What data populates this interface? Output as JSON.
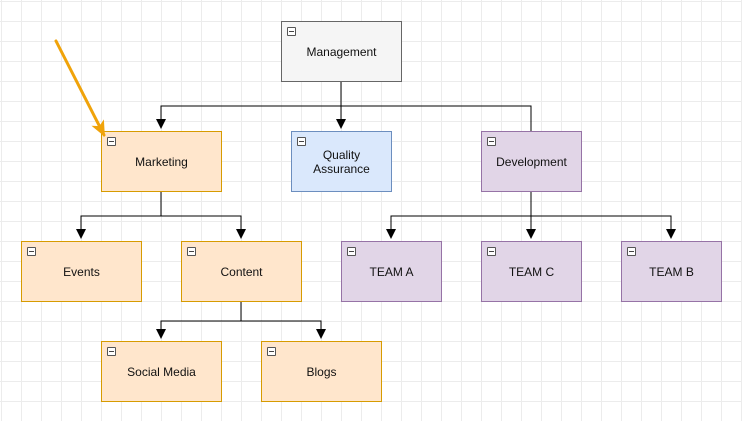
{
  "diagram": {
    "nodes": {
      "management": "Management",
      "marketing": "Marketing",
      "quality_assurance": "Quality\nAssurance",
      "development": "Development",
      "events": "Events",
      "content": "Content",
      "team_a": "TEAM A",
      "team_c": "TEAM C",
      "team_b": "TEAM B",
      "social_media": "Social Media",
      "blogs": "Blogs"
    }
  },
  "colors": {
    "management_fill": "#f5f5f5",
    "marketing_fill": "#ffe6cc",
    "quality_assurance_fill": "#dae8fc",
    "development_fill": "#e1d5e7",
    "annotation_arrow": "#f0a30a"
  }
}
